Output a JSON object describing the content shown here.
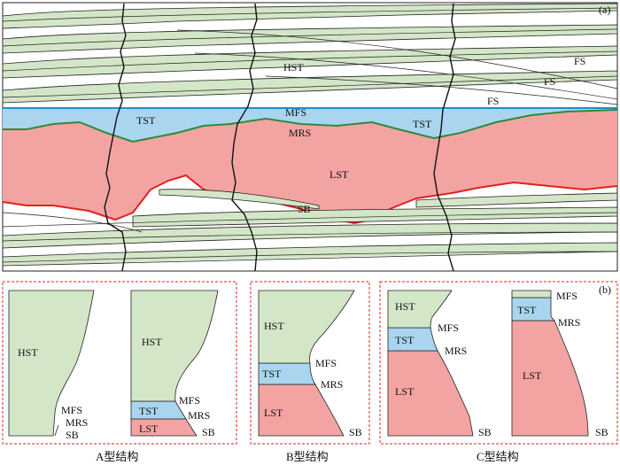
{
  "panel_a": {
    "tag": "(a)",
    "labels": {
      "hst": "HST",
      "fs1": "FS",
      "fs2": "FS",
      "fs3": "FS",
      "tst_left": "TST",
      "tst_right": "TST",
      "mfs": "MFS",
      "mrs": "MRS",
      "lst": "LST",
      "sb": "SB"
    }
  },
  "panel_b": {
    "tag": "(b)",
    "a1": {
      "hst": "HST",
      "mfs": "MFS",
      "mrs": "MRS",
      "sb": "SB"
    },
    "a2": {
      "hst": "HST",
      "tst": "TST",
      "lst": "LST",
      "mfs": "MFS",
      "mrs": "MRS",
      "sb": "SB"
    },
    "b": {
      "hst": "HST",
      "tst": "TST",
      "lst": "LST",
      "mfs": "MFS",
      "mrs": "MRS",
      "sb": "SB"
    },
    "c1": {
      "hst": "HST",
      "tst": "TST",
      "lst": "LST",
      "mfs": "MFS",
      "mrs": "MRS",
      "sb": "SB"
    },
    "c2": {
      "tst": "TST",
      "lst": "LST",
      "mfs": "MFS",
      "mrs": "MRS",
      "sb": "SB"
    }
  },
  "captions": {
    "a": "A型结构",
    "b": "B型结构",
    "c": "C型结构"
  },
  "colors": {
    "hst_fill": "#d4e6c8",
    "tst_fill": "#a9d6ee",
    "lst_fill": "#f4a3a3",
    "mfs_line": "#1d8fc6",
    "mrs_line": "#2e8b3a",
    "sb_line": "#e0221c",
    "frame_dash": "#e0221c"
  }
}
